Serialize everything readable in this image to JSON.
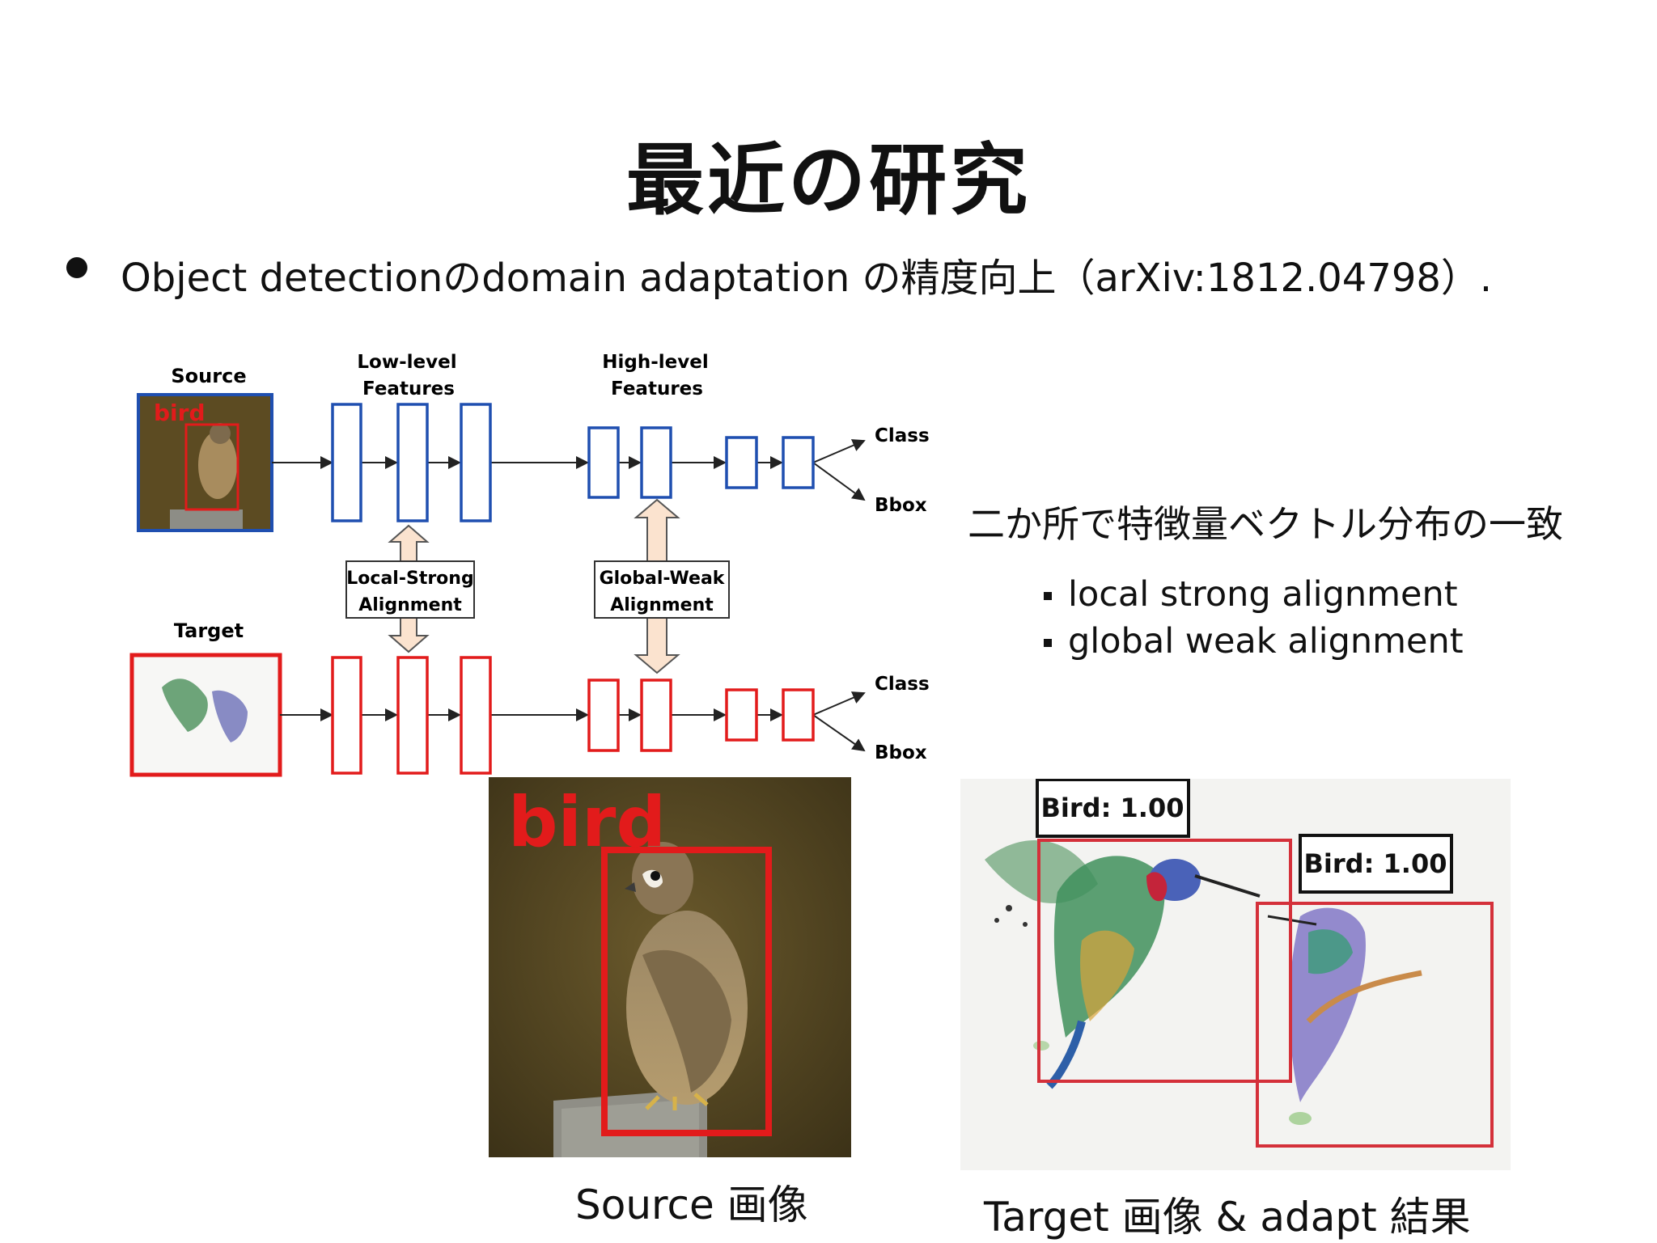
{
  "slide": {
    "title": "最近の研究",
    "bullet": "Object detectionのdomain adaptation の精度向上（arXiv:1812.04798）."
  },
  "diagram": {
    "source_label": "Source",
    "target_label": "Target",
    "source_box_label": "bird",
    "low_level_label_1": "Low-level",
    "low_level_label_2": "Features",
    "high_level_label_1": "High-level",
    "high_level_label_2": "Features",
    "local_box_line1": "Local-Strong",
    "local_box_line2": "Alignment",
    "global_box_line1": "Global-Weak",
    "global_box_line2": "Alignment",
    "output_class_top": "Class",
    "output_bbox_top": "Bbox",
    "output_class_bottom": "Class",
    "output_bbox_bottom": "Bbox",
    "colors": {
      "source": "#1f4fb0",
      "target": "#e21b1b",
      "arrow_fill": "#fbe3cf"
    }
  },
  "side": {
    "heading": "二か所で特徴量ベクトル分布の一致",
    "items": [
      "local strong alignment",
      "global weak alignment"
    ]
  },
  "source_image": {
    "label": "bird",
    "caption": "Source 画像"
  },
  "target_image": {
    "detection_1": "Bird: 1.00",
    "detection_2": "Bird: 1.00",
    "caption": "Target 画像 & adapt 結果"
  }
}
